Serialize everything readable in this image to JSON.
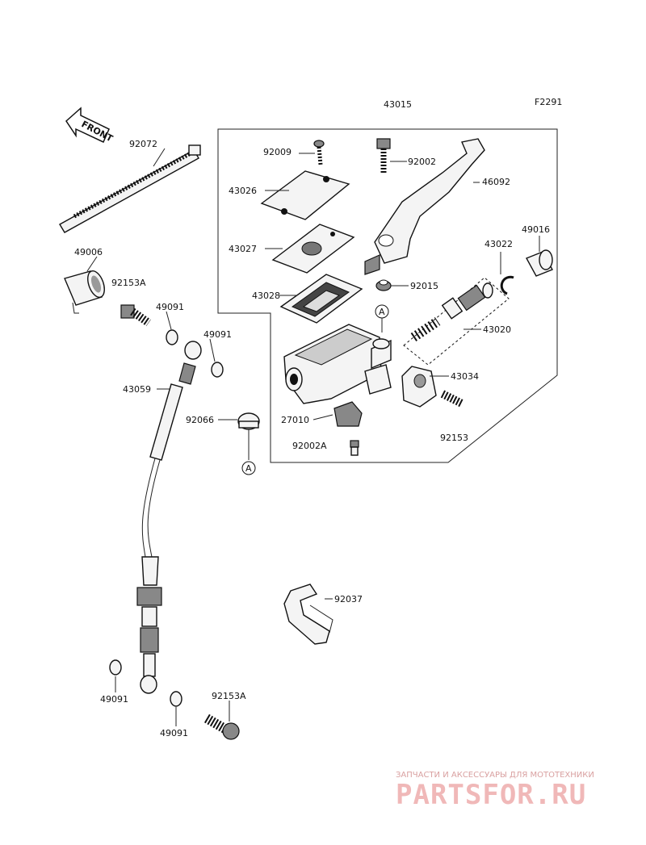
{
  "diagram": {
    "code": "F2291",
    "front_label": "FRONT",
    "callout": "A",
    "part_numbers": {
      "p43015": "43015",
      "p92072": "92072",
      "p92009": "92009",
      "p92002": "92002",
      "p46092": "46092",
      "p43026": "43026",
      "p49016": "49016",
      "p43022": "43022",
      "p43027": "43027",
      "p49006": "49006",
      "p92153A_top": "92153A",
      "p43028": "43028",
      "p92015": "92015",
      "p49091_a": "49091",
      "p49091_b": "49091",
      "p43020": "43020",
      "p43034": "43034",
      "p43059": "43059",
      "p92066": "92066",
      "p27010": "27010",
      "p92153": "92153",
      "p92002A": "92002A",
      "p92037": "92037",
      "p49091_c": "49091",
      "p92153A_bottom": "92153A",
      "p49091_d": "49091"
    }
  },
  "watermark": {
    "line1": "ЗАПЧАСТИ И АКСЕССУАРЫ ДЛЯ МОТОТЕХНИКИ",
    "line2": "PARTSFOR.RU"
  }
}
